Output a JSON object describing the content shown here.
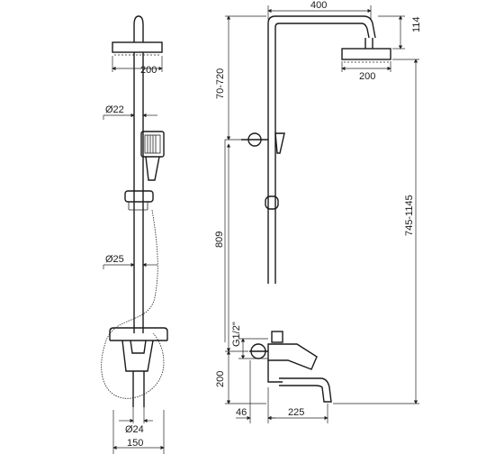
{
  "front_view": {
    "head_width": "200",
    "pipe_diameter_upper": "Ø22",
    "pipe_diameter_lower": "Ø25",
    "spout_diameter": "Ø24",
    "base_width": "150"
  },
  "side_view": {
    "arm_length": "400",
    "head_drop": "114",
    "head_width": "200",
    "adjust_range": "70-720",
    "total_range": "745-1145",
    "rail_height": "809",
    "thread": "G1/2\"",
    "mixer_height": "200",
    "inlet_offset": "46",
    "spout_length": "225"
  }
}
